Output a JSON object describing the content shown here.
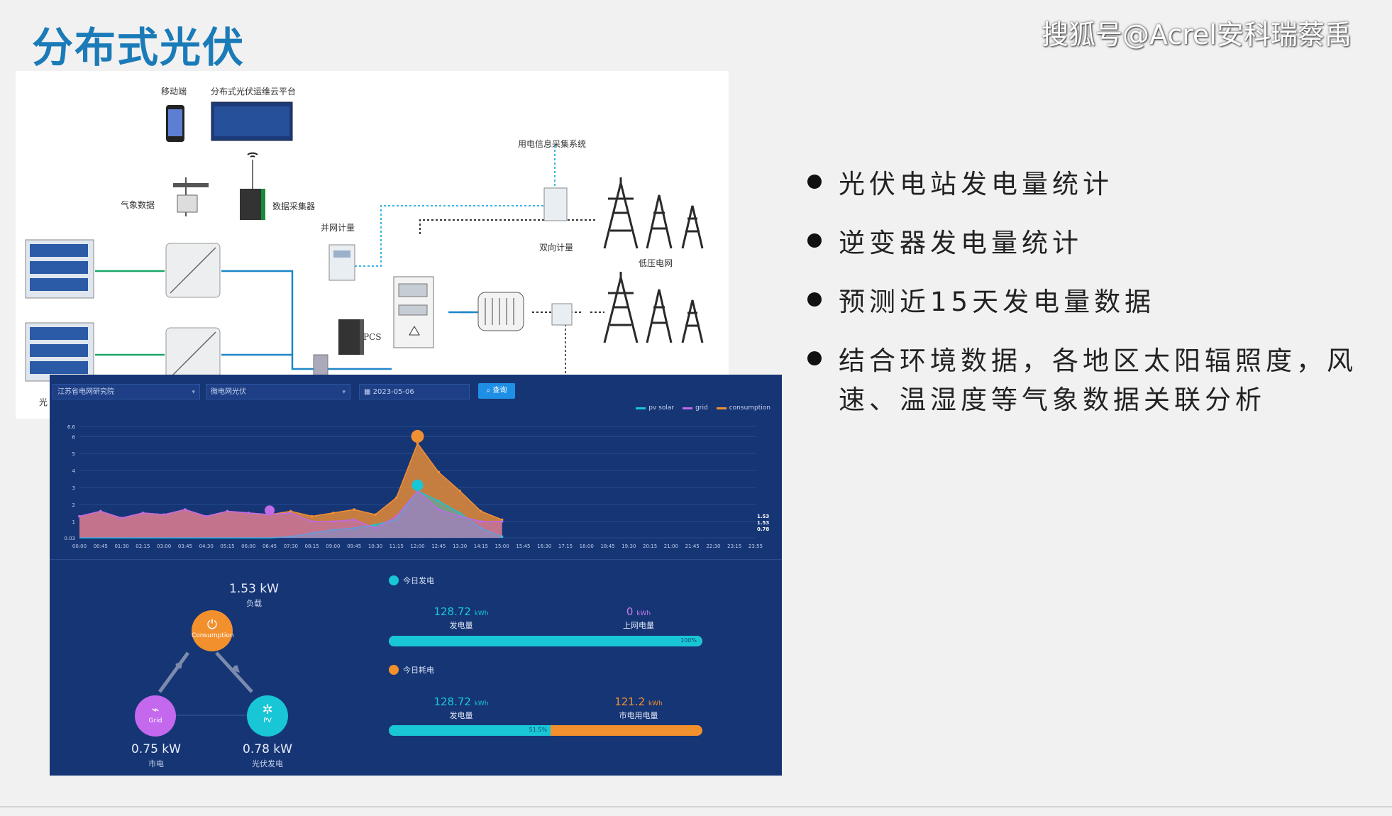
{
  "slide": {
    "title": "分布式光伏",
    "watermark": "搜狐号@Acrel安科瑞蔡禹"
  },
  "diagram": {
    "labels": {
      "mobile": "移动端",
      "cloud_platform": "分布式光伏运维云平台",
      "weather": "气象数据",
      "collector": "数据采集器",
      "grid_meter": "并网计量",
      "info_system": "用电信息采集系统",
      "bidirectional": "双向计量",
      "low_voltage": "低压电网",
      "pcs": "PCS",
      "pv_fragment": "光"
    }
  },
  "bullets": [
    "光伏电站发电量统计",
    "逆变器发电量统计",
    "预测近15天发电量数据",
    "结合环境数据，各地区太阳辐照度，风速、温湿度等气象数据关联分析"
  ],
  "dashboard": {
    "toolbar": {
      "org_select": "江苏省电网研究院",
      "site_select": "微电网光伏",
      "date_input": "2023-05-06",
      "query_button": "查询"
    },
    "legend": [
      {
        "name": "pv solar",
        "color": "#19c6d6"
      },
      {
        "name": "grid",
        "color": "#c06ae8"
      },
      {
        "name": "consumption",
        "color": "#f19033"
      }
    ],
    "chart_data": {
      "type": "area",
      "y_ticks": [
        "6.6",
        "6",
        "5",
        "4",
        "3",
        "2",
        "1",
        "0.03"
      ],
      "ylim": [
        0.03,
        6.6
      ],
      "x_ticks": [
        "00:00",
        "00:45",
        "01:30",
        "02:15",
        "03:00",
        "03:45",
        "04:30",
        "05:15",
        "06:00",
        "06:45",
        "07:30",
        "08:15",
        "09:00",
        "09:45",
        "10:30",
        "11:15",
        "12:00",
        "12:45",
        "13:30",
        "14:15",
        "15:00",
        "15:45",
        "16:30",
        "17:15",
        "18:00",
        "18:45",
        "19:30",
        "20:15",
        "21:00",
        "21:45",
        "22:30",
        "23:15",
        "23:55"
      ],
      "series": [
        {
          "name": "consumption",
          "color": "#f19033",
          "values": [
            1.3,
            1.6,
            1.2,
            1.5,
            1.4,
            1.7,
            1.3,
            1.6,
            1.5,
            1.4,
            1.6,
            1.3,
            1.5,
            1.7,
            1.4,
            2.4,
            5.6,
            3.9,
            2.8,
            1.6,
            1.1,
            0,
            0,
            0,
            0,
            0,
            0,
            0,
            0,
            0,
            0,
            0,
            0
          ]
        },
        {
          "name": "pv solar",
          "color": "#19c6d6",
          "values": [
            0,
            0,
            0,
            0,
            0,
            0,
            0,
            0,
            0,
            0,
            0.1,
            0.3,
            0.5,
            0.6,
            0.8,
            1.1,
            2.8,
            2.2,
            1.5,
            0.6,
            0.1,
            0,
            0,
            0,
            0,
            0,
            0,
            0,
            0,
            0,
            0,
            0,
            0
          ]
        },
        {
          "name": "grid",
          "color": "#c06ae8",
          "values": [
            1.3,
            1.6,
            1.2,
            1.5,
            1.4,
            1.7,
            1.3,
            1.6,
            1.5,
            1.4,
            1.5,
            1.0,
            1.0,
            1.1,
            0.6,
            1.3,
            2.8,
            1.7,
            1.3,
            1.0,
            1.0,
            0,
            0,
            0,
            0,
            0,
            0,
            0,
            0,
            0,
            0,
            0,
            0
          ]
        }
      ],
      "right_labels": [
        "1.53",
        "1.53",
        "0.78"
      ]
    },
    "flow": {
      "load_value": "1.53 kW",
      "load_label": "负载",
      "load_node": "Consumption",
      "grid_value": "0.75 kW",
      "grid_label": "市电",
      "grid_node": "Grid",
      "pv_value": "0.78 kW",
      "pv_label": "光伏发电",
      "pv_node": "PV"
    },
    "today_generation": {
      "title": "今日发电",
      "gen_value": "128.72",
      "gen_unit": "kWh",
      "gen_label": "发电量",
      "export_value": "0",
      "export_unit": "kWh",
      "export_label": "上网电量",
      "bar_pct": "100%",
      "bar_fraction": 1.0
    },
    "today_consumption": {
      "title": "今日耗电",
      "gen_value": "128.72",
      "gen_unit": "kWh",
      "gen_label": "发电量",
      "grid_value": "121.2",
      "grid_unit": "kWh",
      "grid_label": "市电用电量",
      "bar_pct": "51.5%",
      "bar_fraction": 0.515
    }
  }
}
